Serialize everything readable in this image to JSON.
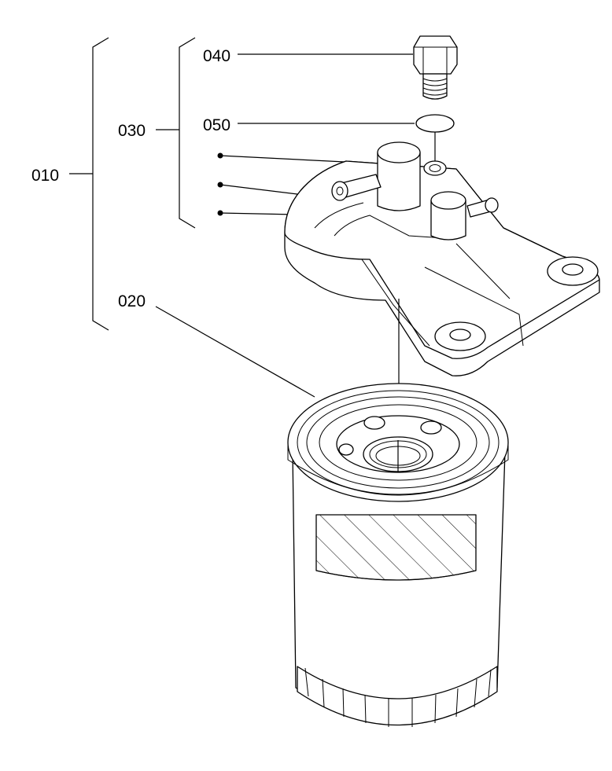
{
  "callouts": {
    "assembly": "010",
    "filter_cartridge": "020",
    "filter_head": "030",
    "bolt": "040",
    "o_ring": "050"
  },
  "colors": {
    "ink": "#000000",
    "paper": "#ffffff"
  }
}
